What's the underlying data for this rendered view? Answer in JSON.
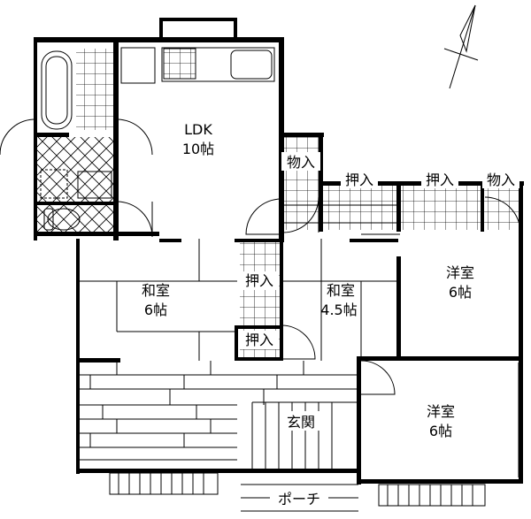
{
  "floorplan": {
    "rooms": {
      "ldk": {
        "name": "LDK",
        "size": "10帖"
      },
      "closet_ldk": {
        "name": "物入"
      },
      "oshiire_1": {
        "name": "押入"
      },
      "oshiire_2": {
        "name": "押入"
      },
      "closet_right": {
        "name": "物入"
      },
      "washitsu_6": {
        "name": "和室",
        "size": "6帖"
      },
      "oshiire_3": {
        "name": "押入"
      },
      "oshiire_4": {
        "name": "押入"
      },
      "washitsu_45": {
        "name": "和室",
        "size": "4.5帖"
      },
      "youshitsu_upper": {
        "name": "洋室",
        "size": "6帖"
      },
      "genkan": {
        "name": "玄関"
      },
      "youshitsu_lower": {
        "name": "洋室",
        "size": "6帖"
      },
      "porch": {
        "name": "ポーチ"
      }
    },
    "icons": [
      "compass-north-arrow",
      "bathtub-icon",
      "stove-icon",
      "sink-icon",
      "toilet-icon",
      "washbasin-icon"
    ]
  }
}
